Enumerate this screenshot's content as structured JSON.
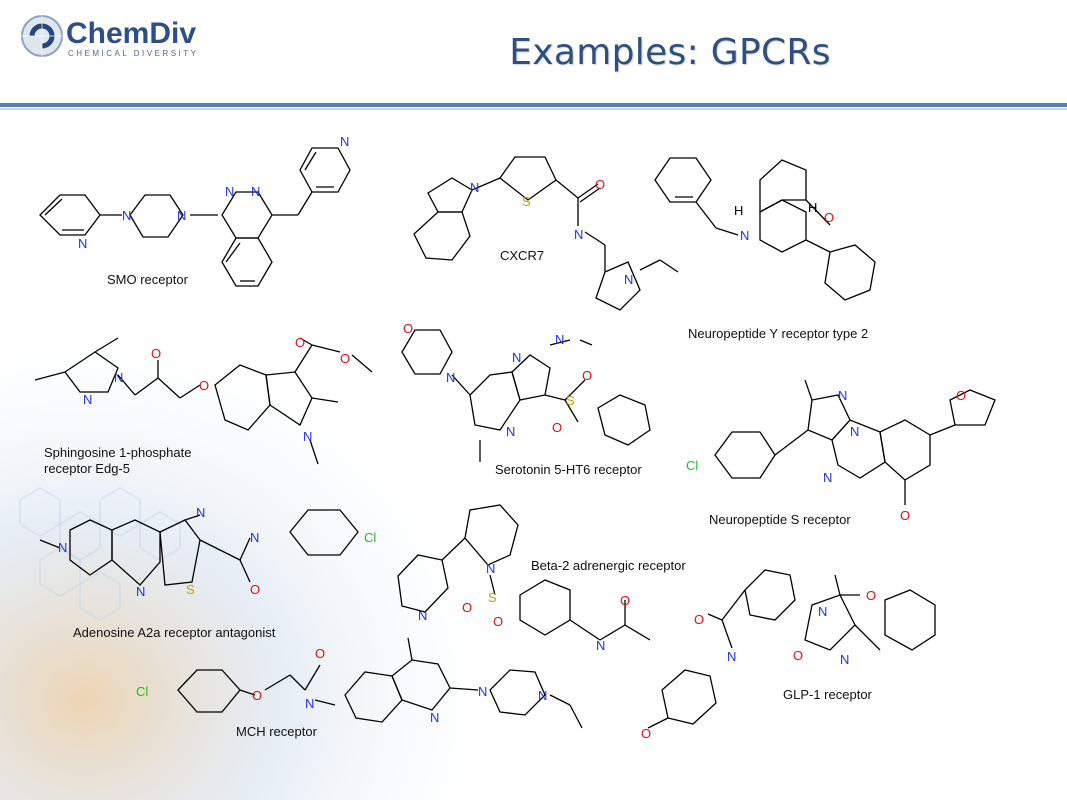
{
  "slide": {
    "title": "Examples: GPCRs",
    "colors": {
      "title": "#2f4f7f",
      "rule": "#5b7fb1",
      "nitrogen": "#2233dd",
      "oxygen": "#dd1111",
      "sulfur": "#c8a000",
      "chlorine": "#22bb22"
    }
  },
  "logo": {
    "name": "ChemDiv",
    "tagline": "CHEMICAL DIVERSITY",
    "icon": "chemdiv-swirl-icon"
  },
  "molecules": [
    {
      "id": "smo",
      "caption": "SMO receptor"
    },
    {
      "id": "cxcr7",
      "caption": "CXCR7"
    },
    {
      "id": "npy2",
      "caption": "Neuropeptide Y receptor type 2"
    },
    {
      "id": "s1p",
      "caption": "Sphingosine 1-phosphate\nreceptor Edg-5"
    },
    {
      "id": "ht6",
      "caption": "Serotonin 5-HT6 receptor"
    },
    {
      "id": "nps",
      "caption": "Neuropeptide S receptor"
    },
    {
      "id": "a2a",
      "caption": "Adenosine A2a receptor antagonist"
    },
    {
      "id": "beta2",
      "caption": "Beta-2 adrenergic receptor"
    },
    {
      "id": "glp1",
      "caption": "GLP-1 receptor"
    },
    {
      "id": "mch",
      "caption": "MCH receptor"
    }
  ],
  "atoms": {
    "N": "N",
    "O": "O",
    "S": "S",
    "Cl": "Cl",
    "H": "H"
  }
}
